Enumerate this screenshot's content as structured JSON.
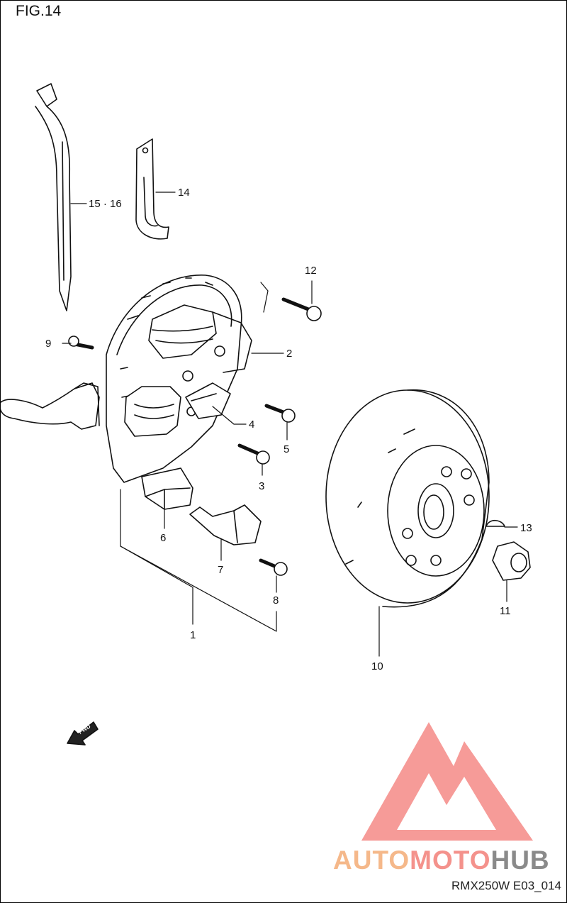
{
  "figure": {
    "title": "FIG.14",
    "code": "RMX250W E03_014",
    "fwd_label": "FWD"
  },
  "callouts": [
    "1",
    "2",
    "3",
    "4",
    "5",
    "6",
    "7",
    "8",
    "9",
    "10",
    "11",
    "12",
    "13",
    "14",
    "15 · 16"
  ],
  "watermark": {
    "part1": "AUTO",
    "part2": "MOTO",
    "part3": "HUB",
    "colors": {
      "auto": "#f5b88a",
      "moto": "#f4928c",
      "hub": "#8a8a8a",
      "triangle": "#f58a86"
    }
  },
  "colors": {
    "line": "#111111",
    "border": "#000000"
  }
}
